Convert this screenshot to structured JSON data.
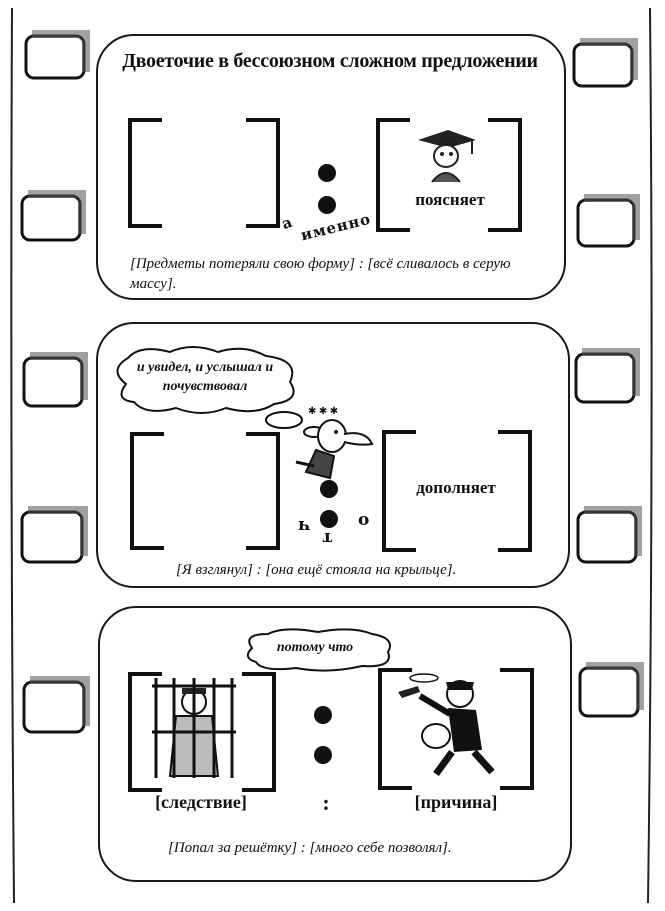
{
  "title": "Двоеточие в бессоюзном сложном предложении",
  "panels": [
    {
      "conjunction_a": "а",
      "conjunction_b": "именно",
      "function_label": "поясняет",
      "example": "[Предметы потеряли свою форму] : [всё сливалось в серую массу]."
    },
    {
      "thought_cloud": "и увидел, и услышал и почувствовал",
      "conjunction_letters": [
        "ч",
        "т",
        "о"
      ],
      "function_label": "дополняет",
      "example": "[Я взглянул] : [она ещё стояла на крыльце]."
    },
    {
      "thought_cloud": "потому что",
      "left_label": "[следствие]",
      "colon": ":",
      "right_label": "[причина]",
      "example": "[Попал за решётку] : [много себе позволял]."
    }
  ],
  "icons": [
    "film-strip",
    "graduate-icon",
    "thinking-man-icon",
    "prisoner-icon",
    "robber-icon"
  ]
}
